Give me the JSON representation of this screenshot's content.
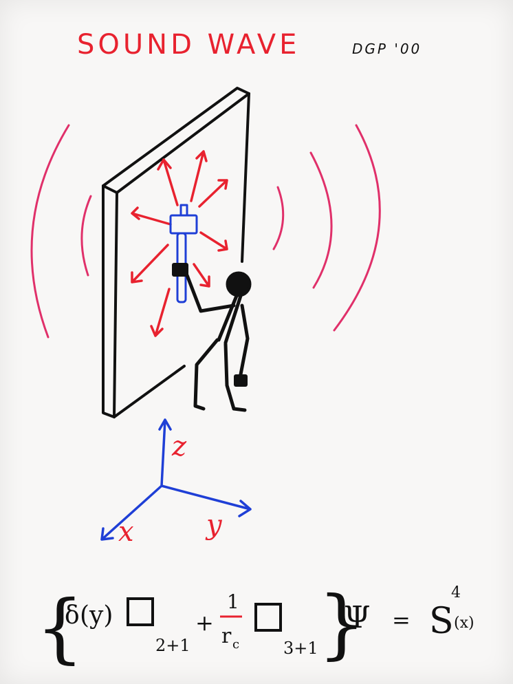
{
  "title": "SOUND WAVE",
  "signature": "DGP '00",
  "axes": {
    "z": "z",
    "x": "x",
    "y": "y"
  },
  "equation": {
    "open_brace": "{",
    "delta": "δ",
    "delta_arg": "(y)",
    "box_sub_1": "2+1",
    "plus": "+",
    "frac_num": "1",
    "frac_den": "r",
    "frac_den_sub": "c",
    "box_sub_2": "3+1",
    "close_brace": "}",
    "field": "Ψ",
    "equals": "=",
    "source": "S",
    "source_sup": "4",
    "source_arg": "(x)"
  },
  "colors": {
    "red": "#e8222f",
    "blue": "#1f3fd6",
    "pink": "#e0306a",
    "black": "#111111"
  }
}
